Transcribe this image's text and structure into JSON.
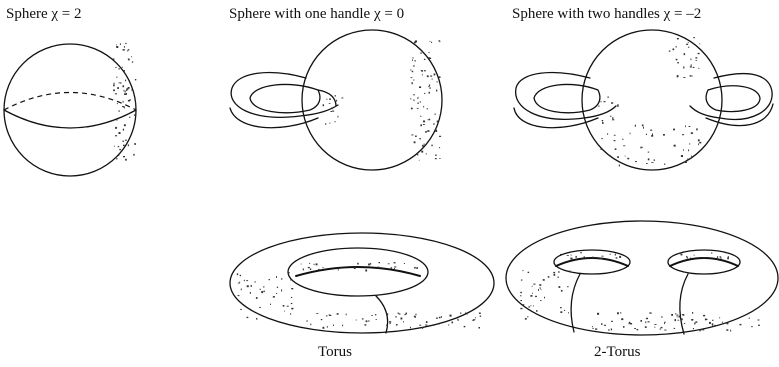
{
  "labels": {
    "sphere": "Sphere χ = 2",
    "one_handle": "Sphere with one handle χ = 0",
    "two_handles": "Sphere with two handles χ = –2",
    "torus": "Torus",
    "two_torus": "2-Torus"
  },
  "colors": {
    "ink": "#111111",
    "background": "#ffffff"
  }
}
